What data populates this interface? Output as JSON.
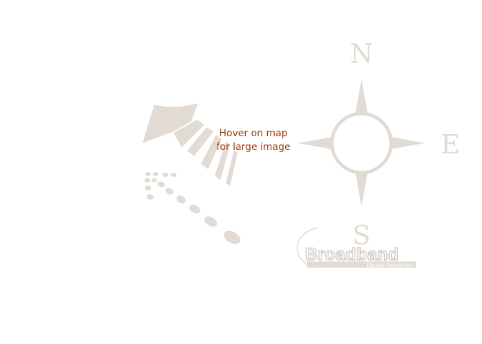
{
  "hover_hint": {
    "line1": "Hover on map",
    "line2": "for large image"
  },
  "compass": {
    "north": "N",
    "east": "E",
    "south": "S"
  },
  "logo": {
    "name": "Broadband",
    "tagline": "Digital Solutions"
  },
  "colors": {
    "graphic": "#e2dbd4",
    "hint_text": "#9a3c0a"
  }
}
